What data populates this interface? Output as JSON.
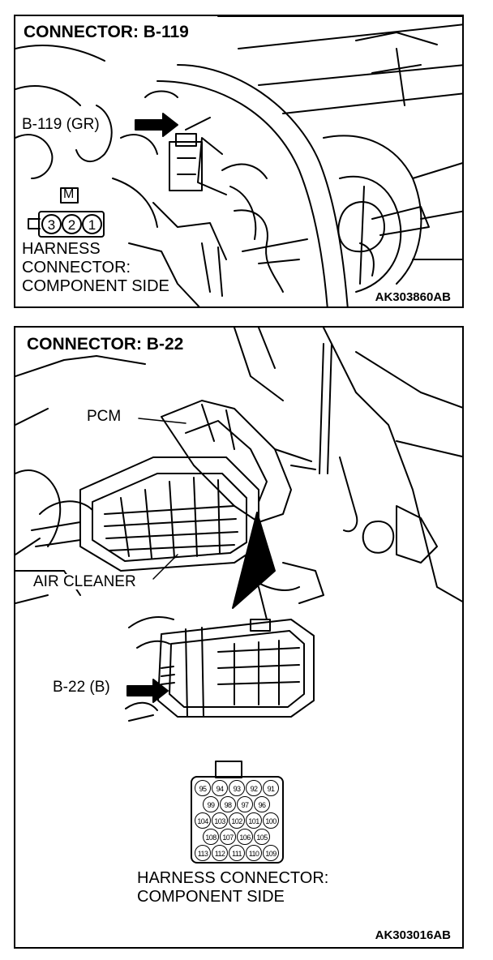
{
  "panel_top": {
    "title": "CONNECTOR: B-119",
    "connector_callout": "B-119 (GR)",
    "key_mark": "M",
    "pins": [
      "3",
      "2",
      "1"
    ],
    "harness_label": "HARNESS\nCONNECTOR:\nCOMPONENT SIDE",
    "figure_code": "AK303860AB"
  },
  "panel_bottom": {
    "title": "CONNECTOR: B-22",
    "pcm_label": "PCM",
    "air_cleaner_label": "AIR CLEANER",
    "connector_callout": "B-22 (B)",
    "pin_rows": [
      [
        "95",
        "94",
        "93",
        "92",
        "91"
      ],
      [
        "99",
        "98",
        "97",
        "96"
      ],
      [
        "104",
        "103",
        "102",
        "101",
        "100"
      ],
      [
        "108",
        "107",
        "106",
        "105"
      ],
      [
        "113",
        "112",
        "111",
        "110",
        "109"
      ]
    ],
    "harness_label": "HARNESS CONNECTOR:\nCOMPONENT SIDE",
    "figure_code": "AK303016AB"
  }
}
